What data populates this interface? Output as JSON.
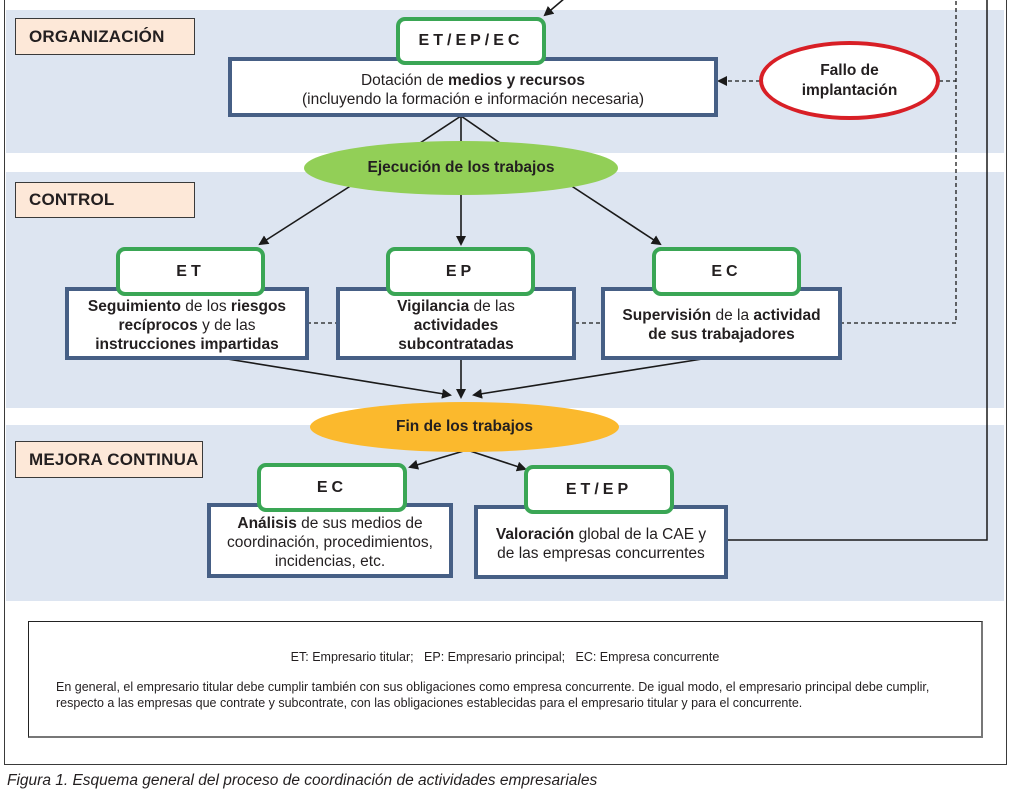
{
  "stages": {
    "organizacion": "ORGANIZACIÓN",
    "control": "CONTROL",
    "mejora": "MEJORA CONTINUA"
  },
  "organizacion": {
    "role": "ET/EP/EC",
    "box_pre": "Dotación de ",
    "box_bold": "medios y recursos",
    "box_line2": "(incluyendo la formación e información necesaria)",
    "failure": {
      "line1": "Fallo de",
      "line2": "implantación"
    }
  },
  "execution": "Ejecución de los trabajos",
  "control": {
    "items": [
      {
        "role": "ET",
        "parts": [
          {
            "b": "Seguimiento"
          },
          {
            "t": " de los "
          },
          {
            "b": "riesgos recíprocos"
          },
          {
            "t": " y de las "
          },
          {
            "b": "instrucciones impartidas"
          }
        ]
      },
      {
        "role": "EP",
        "parts": [
          {
            "b": "Vigilancia"
          },
          {
            "t": " de las "
          },
          {
            "b": "actividades subcontratadas"
          }
        ]
      },
      {
        "role": "EC",
        "parts": [
          {
            "b": "Supervisión"
          },
          {
            "t": " de la "
          },
          {
            "b": "actividad de sus trabajadores"
          }
        ]
      }
    ]
  },
  "end": "Fin de los trabajos",
  "mejora": {
    "items": [
      {
        "role": "EC",
        "parts": [
          {
            "b": "Análisis"
          },
          {
            "t": " de sus medios de coordinación, procedimientos, incidencias, etc."
          }
        ]
      },
      {
        "role": "ET/EP",
        "parts": [
          {
            "b": "Valoración"
          },
          {
            "t": " global de la CAE y de las empresas concurrentes"
          }
        ]
      }
    ]
  },
  "legend": {
    "abbreviations": "ET: Empresario titular;   EP: Empresario principal;   EC: Empresa concurrente",
    "paragraph": "En general, el empresario titular debe cumplir también con sus obligaciones como empresa concurrente. De igual modo, el empresario principal debe cumplir, respecto a las empresas que contrate y subcontrate, con las obligaciones establecidas para el empresario titular y para el concurrente."
  },
  "caption": "Figura 1. Esquema general del proceso de coordinación de actividades empresariales",
  "colors": {
    "band": "#dde5f1",
    "stage_label": "#fde8d8",
    "role_border": "#3aa655",
    "box_border": "#465f85",
    "execution": "#92cf57",
    "end": "#fbb92d",
    "failure_border": "#d81f26"
  }
}
